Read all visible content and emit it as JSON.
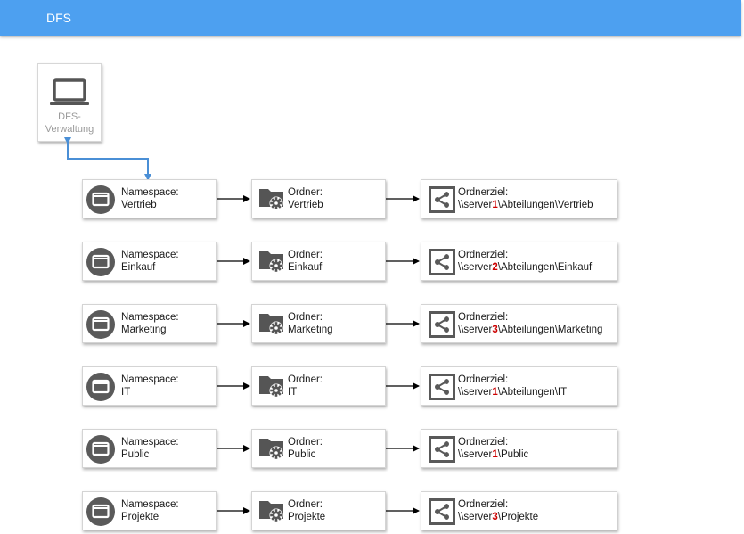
{
  "header": {
    "title": "DFS"
  },
  "admin": {
    "label": "DFS-Verwaltung",
    "icon": "laptop-icon"
  },
  "colors": {
    "header": "#4da0f0",
    "link": "#4a8fd6",
    "icon_dark": "#555555",
    "server_number": "#cc0000"
  },
  "rows": [
    {
      "ns_prefix": "Namespace:",
      "ns_name": "Vertrieb",
      "folder_prefix": "Ordner:",
      "folder_name": "Vertrieb",
      "target_prefix": "Ordnerziel:",
      "path_start": "\\\\server",
      "server_number": "1",
      "path_end": "\\Abteilungen\\Vertrieb"
    },
    {
      "ns_prefix": "Namespace:",
      "ns_name": "Einkauf",
      "folder_prefix": "Ordner:",
      "folder_name": "Einkauf",
      "target_prefix": "Ordnerziel:",
      "path_start": "\\\\server",
      "server_number": "2",
      "path_end": "\\Abteilungen\\Einkauf"
    },
    {
      "ns_prefix": "Namespace:",
      "ns_name": "Marketing",
      "folder_prefix": "Ordner:",
      "folder_name": "Marketing",
      "target_prefix": "Ordnerziel:",
      "path_start": "\\\\server",
      "server_number": "3",
      "path_end": "\\Abteilungen\\Marketing"
    },
    {
      "ns_prefix": "Namespace:",
      "ns_name": "IT",
      "folder_prefix": "Ordner:",
      "folder_name": "IT",
      "target_prefix": "Ordnerziel:",
      "path_start": "\\\\server",
      "server_number": "1",
      "path_end": "\\Abteilungen\\IT"
    },
    {
      "ns_prefix": "Namespace:",
      "ns_name": "Public",
      "folder_prefix": "Ordner:",
      "folder_name": "Public",
      "target_prefix": "Ordnerziel:",
      "path_start": "\\\\server",
      "server_number": "1",
      "path_end": "\\Public"
    },
    {
      "ns_prefix": "Namespace:",
      "ns_name": "Projekte",
      "folder_prefix": "Ordner:",
      "folder_name": "Projekte",
      "target_prefix": "Ordnerziel:",
      "path_start": "\\\\server",
      "server_number": "3",
      "path_end": "\\Projekte"
    }
  ]
}
